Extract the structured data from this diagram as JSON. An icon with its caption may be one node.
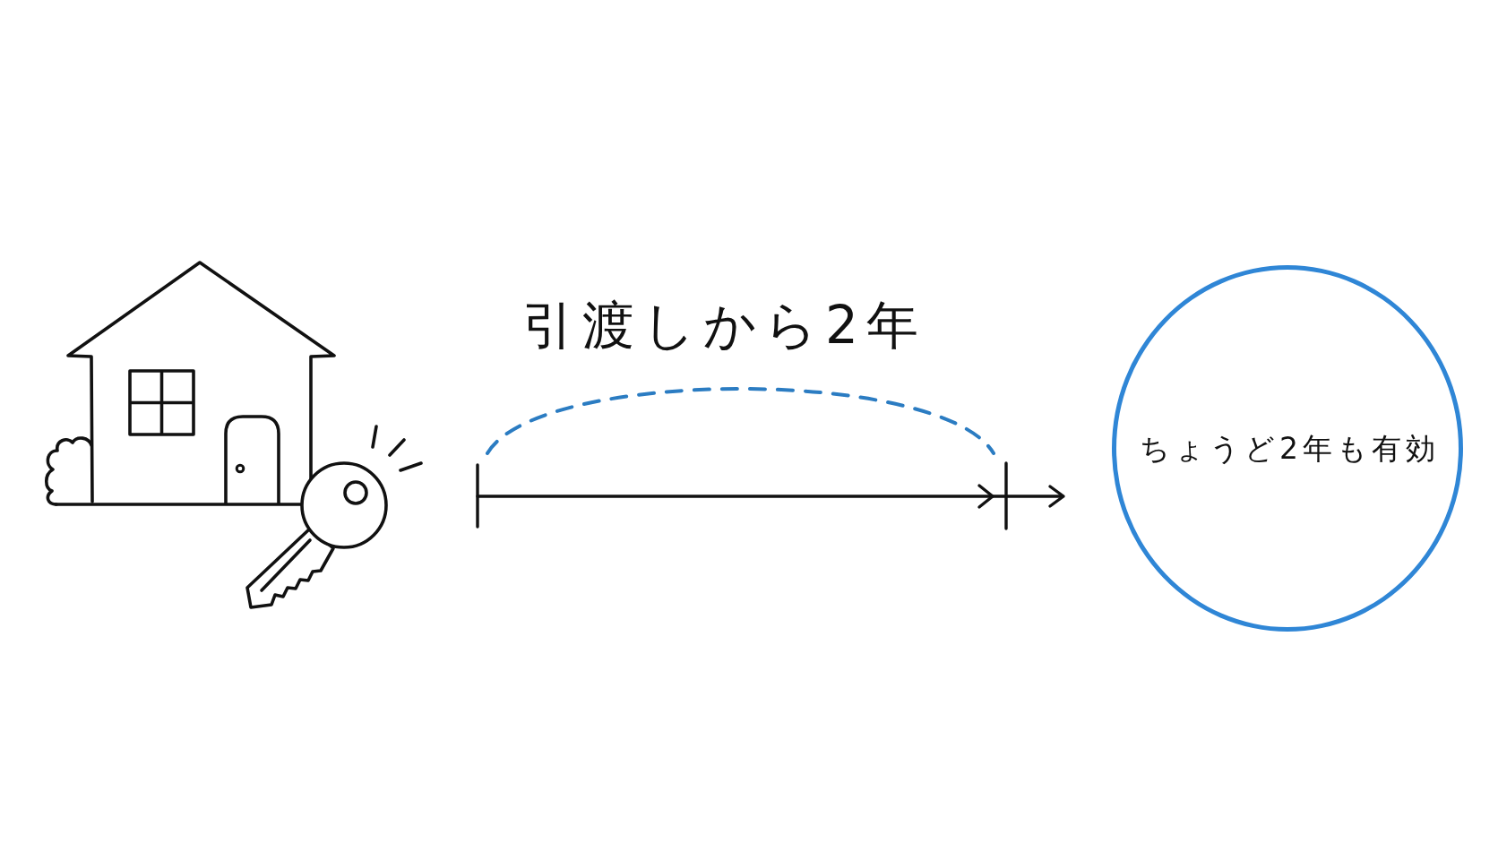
{
  "diagram": {
    "nodes": [
      {
        "text": [],
        "shape": "picture"
      },
      {
        "text": [
          "ちょうど2年も有効"
        ]
      }
    ],
    "labels": [
      "引渡しから2年"
    ]
  }
}
